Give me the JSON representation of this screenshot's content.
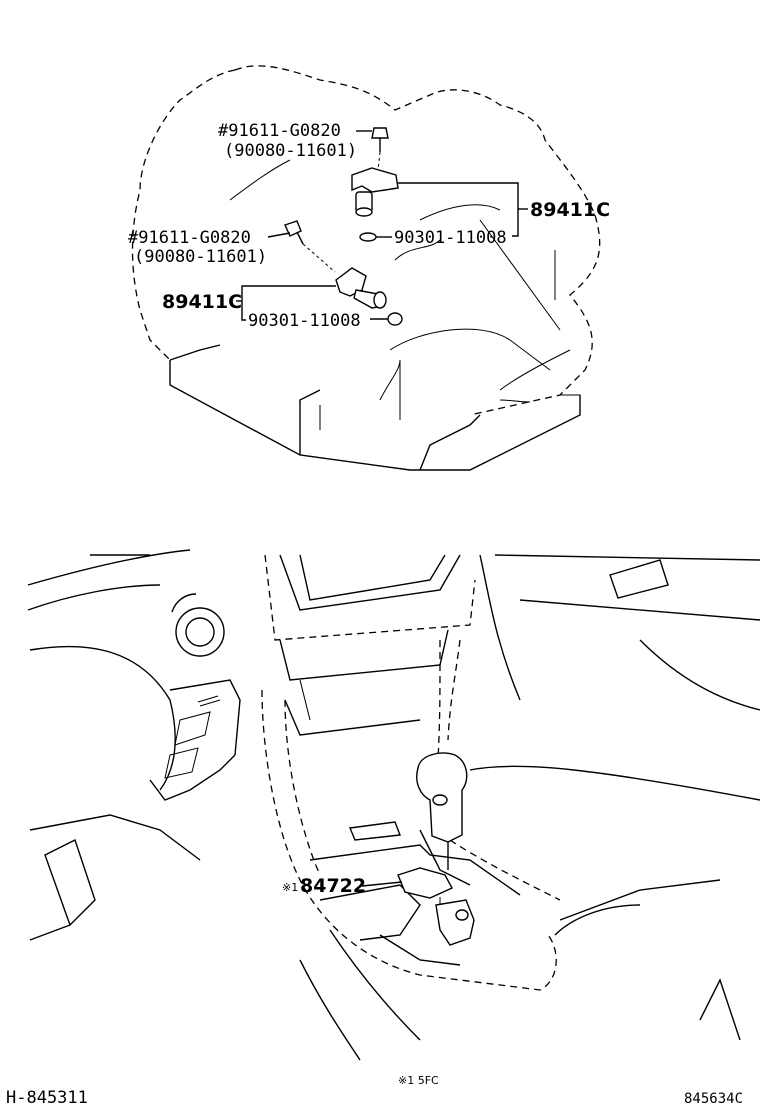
{
  "transmission_diagram": {
    "callouts": [
      {
        "id": "bolt-upper",
        "part_no": "#91611-G0820",
        "alt_no": "(90080-11601)"
      },
      {
        "id": "bolt-lower",
        "part_no": "#91611-G0820",
        "alt_no": "(90080-11601)"
      },
      {
        "id": "sensor-upper",
        "part_no": "89411C",
        "washer_no": "90301-11008"
      },
      {
        "id": "sensor-lower",
        "part_no": "89411C",
        "washer_no": "90301-11008"
      }
    ]
  },
  "console_diagram": {
    "callout": {
      "marker": "※1",
      "part_no": "84722"
    }
  },
  "footer": {
    "left_code": "H-845311",
    "center_note": "※1 5FC",
    "right_code": "845634C"
  }
}
